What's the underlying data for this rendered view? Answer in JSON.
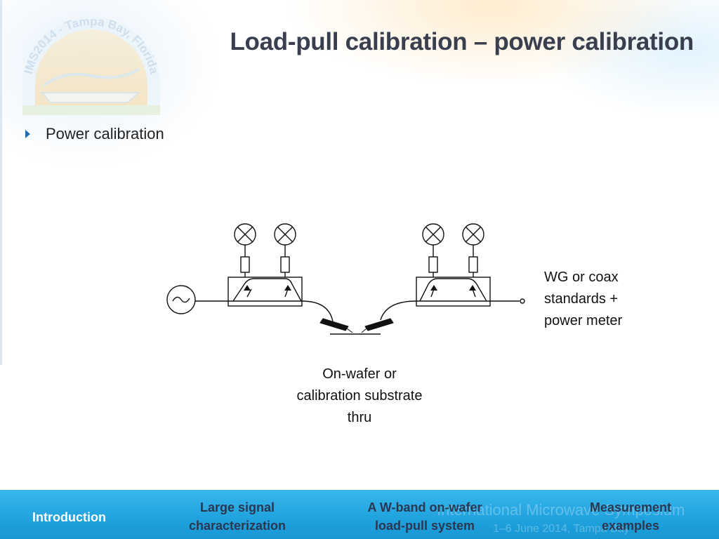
{
  "logo": {
    "arc_text": "IMS2014 - Tampa Bay, Florida"
  },
  "title": "Load-pull calibration – power calibration",
  "bullets": [
    {
      "text": "Power calibration"
    }
  ],
  "diagram": {
    "right_note": [
      "WG or coax",
      "standards +",
      "power meter"
    ],
    "bottom_note": [
      "On-wafer or",
      "calibration substrate",
      "thru"
    ]
  },
  "footer": {
    "nav": [
      {
        "lines": [
          "Introduction"
        ]
      },
      {
        "lines": [
          "Large signal",
          "characterization"
        ]
      },
      {
        "lines": [
          "A W-band on-wafer",
          "load-pull system"
        ]
      },
      {
        "lines": [
          "Measurement",
          "examples"
        ]
      }
    ],
    "watermark": [
      "International Microwave Symposium",
      "1–6 June 2014, Tampa Bay"
    ]
  },
  "colors": {
    "title": "#3a3f4f",
    "footer_bar": "#1fa2de",
    "nav_active": "#ffffff",
    "nav_inactive": "#2b3650",
    "bullet_arrow": "#1f6fb0"
  }
}
